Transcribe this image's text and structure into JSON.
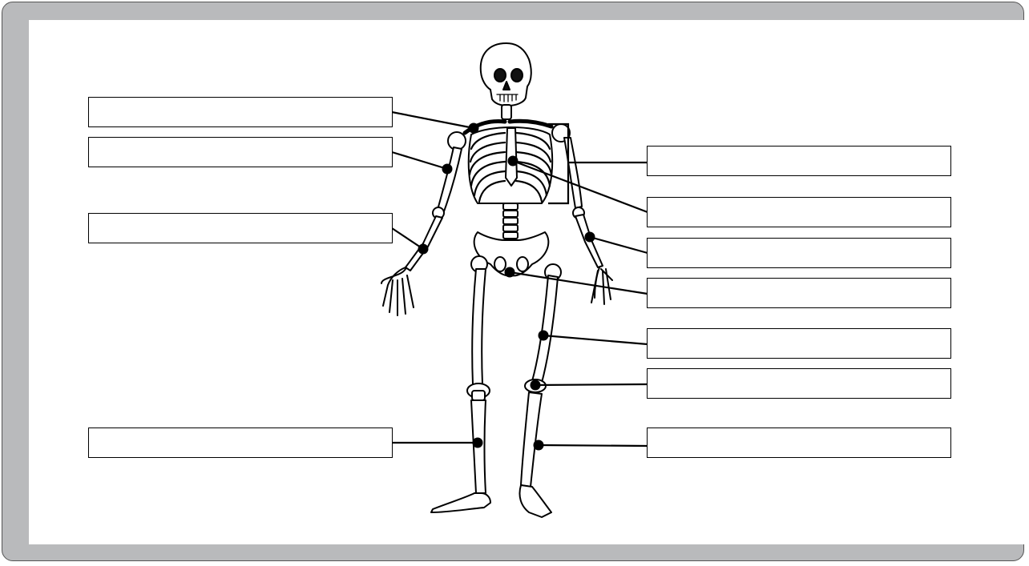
{
  "worksheet": {
    "labels": [
      {
        "id": "top-left-1",
        "value": ""
      },
      {
        "id": "top-left-2",
        "value": ""
      },
      {
        "id": "mid-left",
        "value": ""
      },
      {
        "id": "bottom-left",
        "value": ""
      },
      {
        "id": "right-1",
        "value": ""
      },
      {
        "id": "right-2",
        "value": ""
      },
      {
        "id": "right-3",
        "value": ""
      },
      {
        "id": "right-4",
        "value": ""
      },
      {
        "id": "right-5",
        "value": ""
      },
      {
        "id": "right-6",
        "value": ""
      },
      {
        "id": "right-7",
        "value": ""
      }
    ]
  },
  "colors": {
    "frame": "#b9babc",
    "ink": "#000000",
    "bone": "#ffffff"
  }
}
